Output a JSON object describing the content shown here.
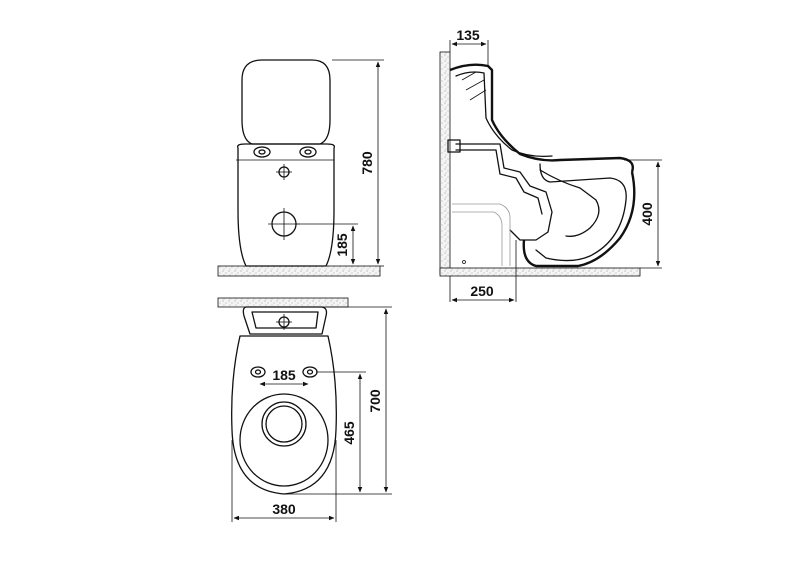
{
  "dimensions": {
    "front_height": "780",
    "front_drain_height": "185",
    "side_top_offset": "135",
    "side_seat_height": "400",
    "side_drain_offset": "250",
    "top_length": "700",
    "top_fixing_holes": "185",
    "top_seat_depth": "465",
    "top_width": "380"
  }
}
